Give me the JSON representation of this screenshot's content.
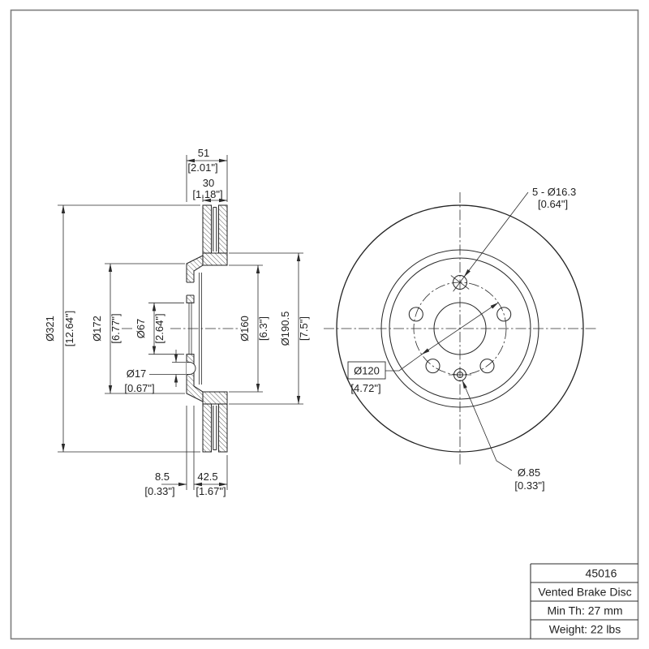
{
  "page": {
    "background": "#ffffff",
    "border_color": "#7d7d7d",
    "line_color": "#2b2b2b"
  },
  "section_view": {
    "width_total": {
      "mm": "51",
      "inch": "[2.01\"]"
    },
    "disc_thickness": {
      "mm": "30",
      "inch": "[1.18\"]"
    },
    "outer_diameter": {
      "mm": "Ø321",
      "inch": "[12.64\"]"
    },
    "hat_diameter": {
      "mm": "Ø172",
      "inch": "[6.77\"]"
    },
    "center_bore": {
      "mm": "Ø67",
      "inch": "[2.64\"]"
    },
    "screw_hole": {
      "mm": "Ø17",
      "inch": "[0.67\"]"
    },
    "inner_diameter_1": {
      "mm": "Ø160",
      "inch": "[6.3\"]"
    },
    "inner_diameter_2": {
      "mm": "Ø190.5",
      "inch": "[7.5\"]"
    },
    "hat_depth": {
      "mm": "8.5",
      "inch": "[0.33\"]"
    },
    "mounting_offset": {
      "mm": "42.5",
      "inch": "[1.67\"]"
    }
  },
  "front_view": {
    "lug_holes": {
      "mm": "5 - Ø16.3",
      "inch": "[0.64\"]"
    },
    "bolt_circle": {
      "mm": "Ø120",
      "inch": "[4.72\"]"
    },
    "set_screw_hole": {
      "mm": "Ø.85",
      "inch": "[0.33\"]"
    }
  },
  "title_block": {
    "part_number": "45016",
    "product_type": "Vented Brake Disc",
    "min_thickness": "Min Th: 27 mm",
    "weight": "Weight: 22 lbs"
  }
}
